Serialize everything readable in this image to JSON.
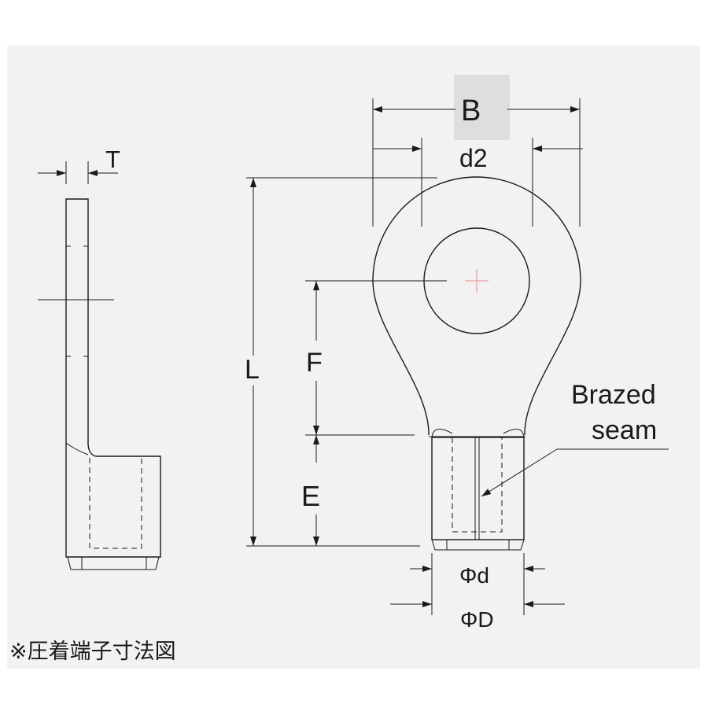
{
  "labels": {
    "T": "T",
    "B": "B",
    "d2": "d2",
    "L": "L",
    "F": "F",
    "E": "E",
    "phi_d": "Φd",
    "phi_D": "ΦD",
    "brazed_line1": "Brazed",
    "brazed_line2": "seam"
  },
  "caption": "※圧着端子寸法図",
  "colors": {
    "background": "#f2f2f2",
    "line": "#1a1a1a",
    "center_mark": "#e8a0a0",
    "b_highlight": "#dedede"
  }
}
